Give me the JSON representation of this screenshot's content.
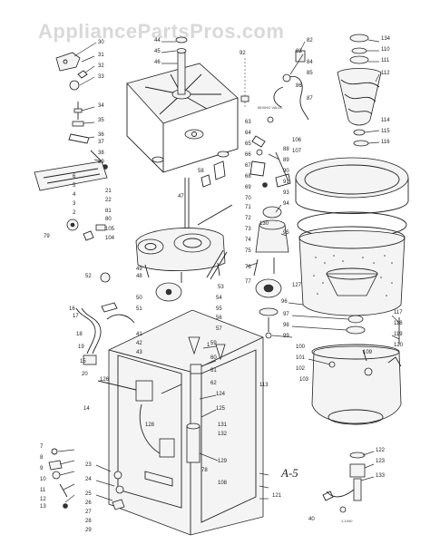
{
  "watermark": "AppliancePartsPros.com",
  "figure_ref": "A-5",
  "mixing_valve_label": "MIXING VALVE",
  "footer_code": "1-1040",
  "callouts": [
    {
      "t": "30"
    },
    {
      "t": "31"
    },
    {
      "t": "32"
    },
    {
      "t": "33"
    },
    {
      "t": "34"
    },
    {
      "t": "35"
    },
    {
      "t": "36"
    },
    {
      "t": "37"
    },
    {
      "t": "38"
    },
    {
      "t": "39"
    },
    {
      "t": "21"
    },
    {
      "t": "22"
    },
    {
      "t": "81"
    },
    {
      "t": "80"
    },
    {
      "t": "79"
    },
    {
      "t": "105"
    },
    {
      "t": "104"
    },
    {
      "t": "52"
    },
    {
      "t": "16"
    },
    {
      "t": "17"
    },
    {
      "t": "18"
    },
    {
      "t": "19"
    },
    {
      "t": "20"
    },
    {
      "t": "7"
    },
    {
      "t": "8"
    },
    {
      "t": "9"
    },
    {
      "t": "10"
    },
    {
      "t": "11"
    },
    {
      "t": "12"
    },
    {
      "t": "13"
    },
    {
      "t": "14"
    },
    {
      "t": "44"
    },
    {
      "t": "45"
    },
    {
      "t": "46"
    },
    {
      "t": "92"
    },
    {
      "t": "47"
    },
    {
      "t": "48"
    },
    {
      "t": "49"
    },
    {
      "t": "50"
    },
    {
      "t": "51"
    },
    {
      "t": "53"
    },
    {
      "t": "54"
    },
    {
      "t": "55"
    },
    {
      "t": "56"
    },
    {
      "t": "57"
    },
    {
      "t": "58"
    },
    {
      "t": "59"
    },
    {
      "t": "60"
    },
    {
      "t": "61"
    },
    {
      "t": "62"
    },
    {
      "t": "63"
    },
    {
      "t": "64"
    },
    {
      "t": "65"
    },
    {
      "t": "66"
    },
    {
      "t": "67"
    },
    {
      "t": "68"
    },
    {
      "t": "69"
    },
    {
      "t": "70"
    },
    {
      "t": "71"
    },
    {
      "t": "72"
    },
    {
      "t": "73"
    },
    {
      "t": "74"
    },
    {
      "t": "75"
    },
    {
      "t": "76"
    },
    {
      "t": "77"
    },
    {
      "t": "82"
    },
    {
      "t": "83"
    },
    {
      "t": "84"
    },
    {
      "t": "85"
    },
    {
      "t": "86"
    },
    {
      "t": "87"
    },
    {
      "t": "88"
    },
    {
      "t": "89"
    },
    {
      "t": "90"
    },
    {
      "t": "91"
    },
    {
      "t": "93"
    },
    {
      "t": "94"
    },
    {
      "t": "95"
    },
    {
      "t": "96"
    },
    {
      "t": "97"
    },
    {
      "t": "98"
    },
    {
      "t": "99"
    },
    {
      "t": "100"
    },
    {
      "t": "101"
    },
    {
      "t": "102"
    },
    {
      "t": "103"
    },
    {
      "t": "106"
    },
    {
      "t": "107"
    },
    {
      "t": "108"
    },
    {
      "t": "109"
    },
    {
      "t": "110"
    },
    {
      "t": "111"
    },
    {
      "t": "112"
    },
    {
      "t": "113"
    },
    {
      "t": "114"
    },
    {
      "t": "115"
    },
    {
      "t": "116"
    },
    {
      "t": "117"
    },
    {
      "t": "118"
    },
    {
      "t": "119"
    },
    {
      "t": "120"
    },
    {
      "t": "121"
    },
    {
      "t": "122"
    },
    {
      "t": "123"
    },
    {
      "t": "124"
    },
    {
      "t": "125"
    },
    {
      "t": "126"
    },
    {
      "t": "127"
    },
    {
      "t": "128"
    },
    {
      "t": "129"
    },
    {
      "t": "130"
    },
    {
      "t": "131"
    },
    {
      "t": "132"
    },
    {
      "t": "133"
    },
    {
      "t": "134"
    },
    {
      "t": "23"
    },
    {
      "t": "24"
    },
    {
      "t": "25"
    },
    {
      "t": "26"
    },
    {
      "t": "27"
    },
    {
      "t": "28"
    },
    {
      "t": "29"
    },
    {
      "t": "40"
    },
    {
      "t": "41"
    },
    {
      "t": "42"
    },
    {
      "t": "43"
    },
    {
      "t": "1"
    },
    {
      "t": "2"
    },
    {
      "t": "3"
    },
    {
      "t": "4"
    },
    {
      "t": "5"
    },
    {
      "t": "6"
    },
    {
      "t": "15"
    },
    {
      "t": "78"
    }
  ]
}
